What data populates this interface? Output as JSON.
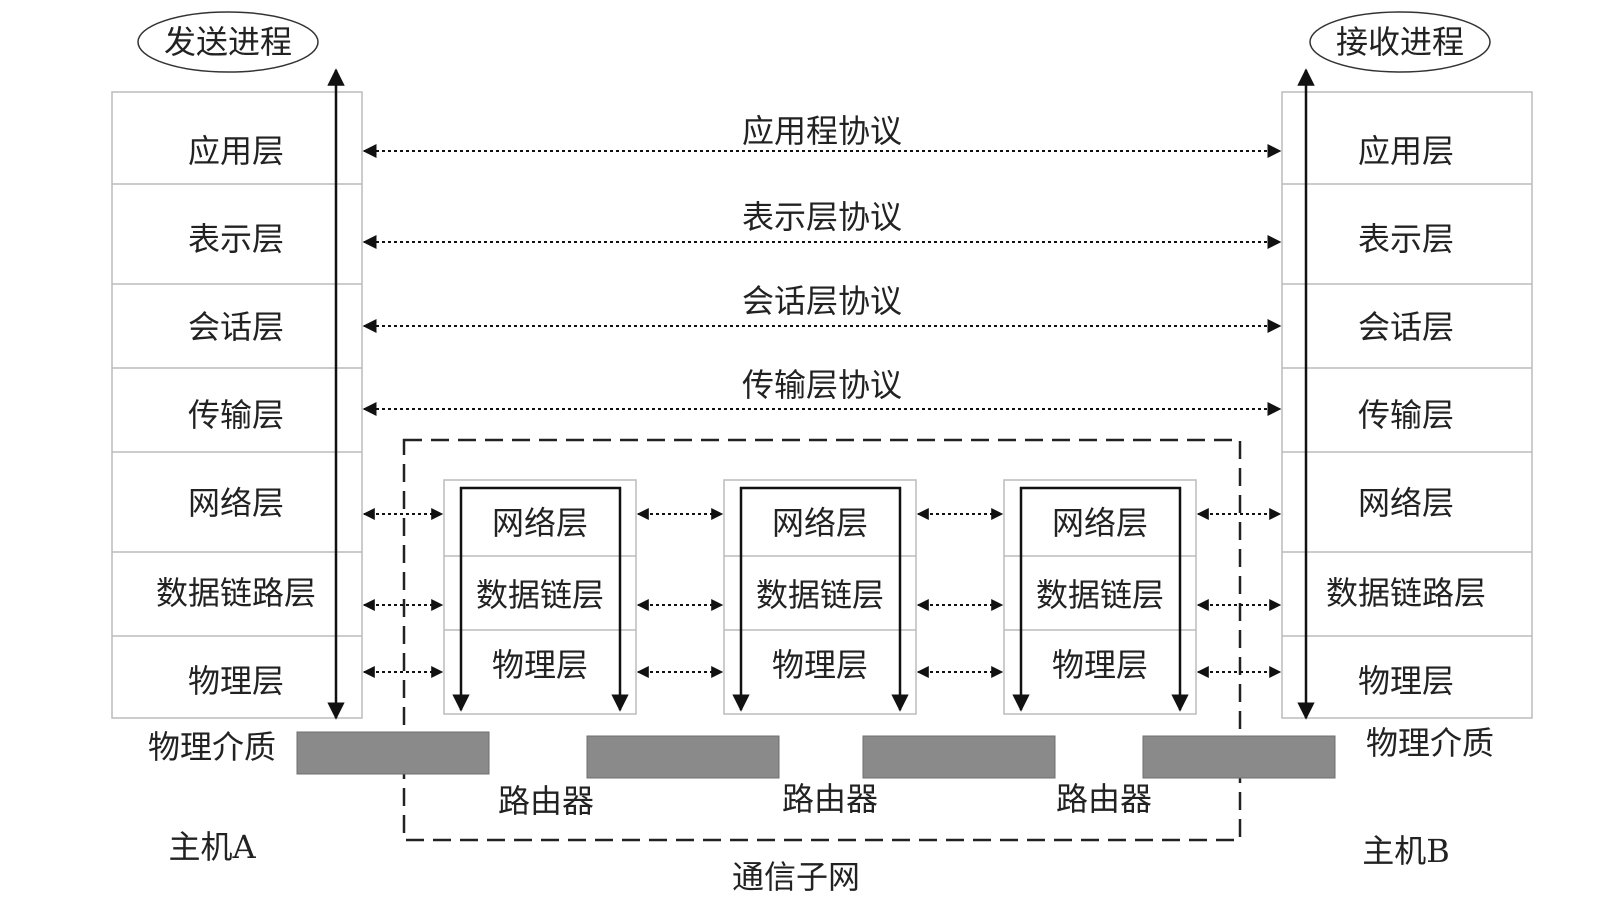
{
  "sender_process": "发送进程",
  "receiver_process": "接收进程",
  "host_a": {
    "label": "主机A",
    "layers": [
      "应用层",
      "表示层",
      "会话层",
      "传输层",
      "网络层",
      "数据链路层",
      "物理层"
    ]
  },
  "host_b": {
    "label": "主机B",
    "layers": [
      "应用层",
      "表示层",
      "会话层",
      "传输层",
      "网络层",
      "数据链路层",
      "物理层"
    ]
  },
  "protocols": [
    "应用程协议",
    "表示层协议",
    "会话层协议",
    "传输层协议"
  ],
  "routers": [
    {
      "layers": [
        "网络层",
        "数据链层",
        "物理层"
      ],
      "label": "路由器"
    },
    {
      "layers": [
        "网络层",
        "数据链层",
        "物理层"
      ],
      "label": "路由器"
    },
    {
      "layers": [
        "网络层",
        "数据链层",
        "物理层"
      ],
      "label": "路由器"
    }
  ],
  "physical_medium_left": "物理介质",
  "physical_medium_right": "物理介质",
  "subnet_label": "通信子网",
  "colors": {
    "line": "#111111",
    "box_border": "#bcbcbc",
    "medium": "#8a8a8a"
  }
}
